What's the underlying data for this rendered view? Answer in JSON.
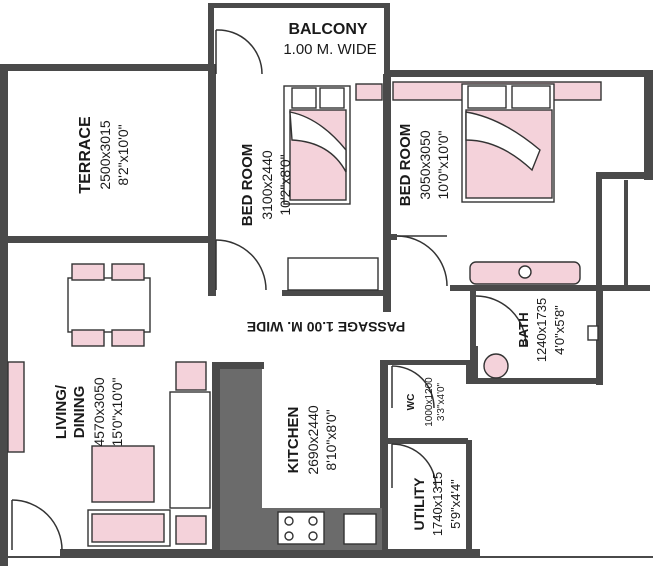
{
  "colors": {
    "wall": "#4a4a4a",
    "furniture_fill": "#f4d2da",
    "furniture_stroke": "#333333",
    "kitchen_counter": "#6b6b6b"
  },
  "rooms": {
    "balcony": {
      "name": "BALCONY",
      "size": "1.00 M. WIDE"
    },
    "terrace": {
      "name": "TERRACE",
      "size_mm": "2500x3015",
      "size_ft": "8'2\"x10'0\""
    },
    "bedroom1": {
      "name": "BED ROOM",
      "size_mm": "3100x2440",
      "size_ft": "10'2\"x8'0\""
    },
    "bedroom2": {
      "name": "BED ROOM",
      "size_mm": "3050x3050",
      "size_ft": "10'0\"x10'0\""
    },
    "passage": {
      "name": "PASSAGE 1.00 M. WIDE"
    },
    "bath": {
      "name": "BATH",
      "size_mm": "1240x1735",
      "size_ft": "4'0\"x5'8\""
    },
    "living": {
      "name": "LIVING/",
      "name2": "DINING",
      "size_mm": "4570x3050",
      "size_ft": "15'0\"x10'0\""
    },
    "kitchen": {
      "name": "KITCHEN",
      "size_mm": "2690x2440",
      "size_ft": "8'10\"x8'0\""
    },
    "wc": {
      "name": "WC",
      "size_mm": "1000x1200",
      "size_ft": "3'3\"x4'0\""
    },
    "utility": {
      "name": "UTILITY",
      "size_mm": "1740x1315",
      "size_ft": "5'9\"x4'4\""
    }
  }
}
